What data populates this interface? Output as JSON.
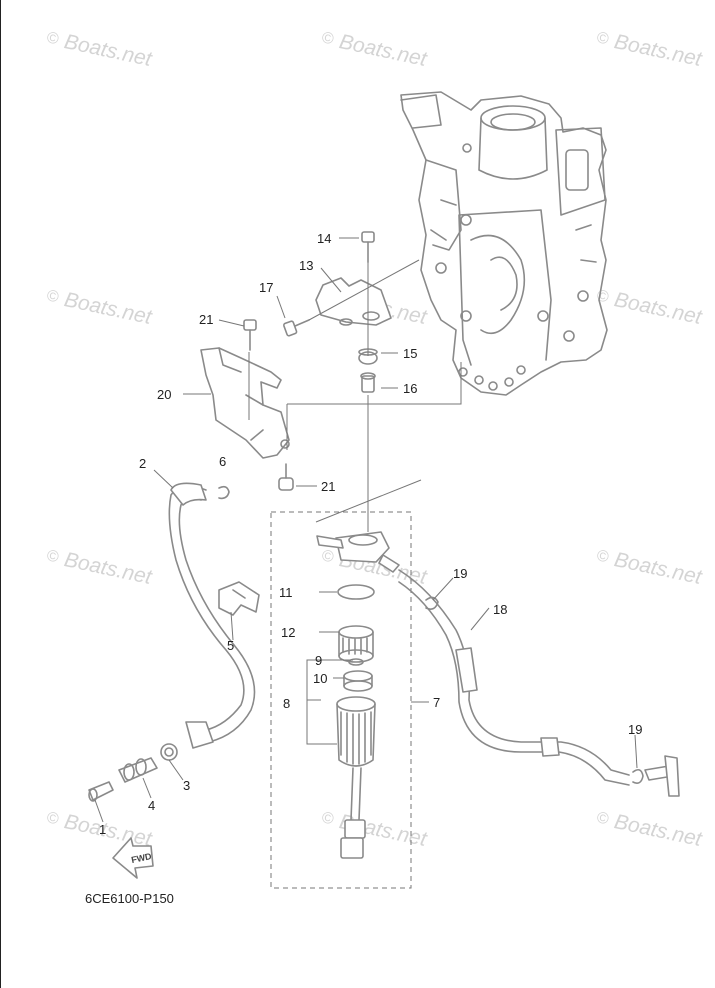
{
  "diagram_code": "6CE6100-P150",
  "watermark": "Boats.net",
  "fwd_label": "FWD",
  "callouts": {
    "c1": "1",
    "c2": "2",
    "c3": "3",
    "c4": "4",
    "c5": "5",
    "c6": "6",
    "c7": "7",
    "c8": "8",
    "c9": "9",
    "c10": "10",
    "c11": "11",
    "c12": "12",
    "c13": "13",
    "c14": "14",
    "c15": "15",
    "c16": "16",
    "c17": "17",
    "c18": "18",
    "c19a": "19",
    "c19b": "19",
    "c20": "20",
    "c21a": "21",
    "c21b": "21"
  }
}
